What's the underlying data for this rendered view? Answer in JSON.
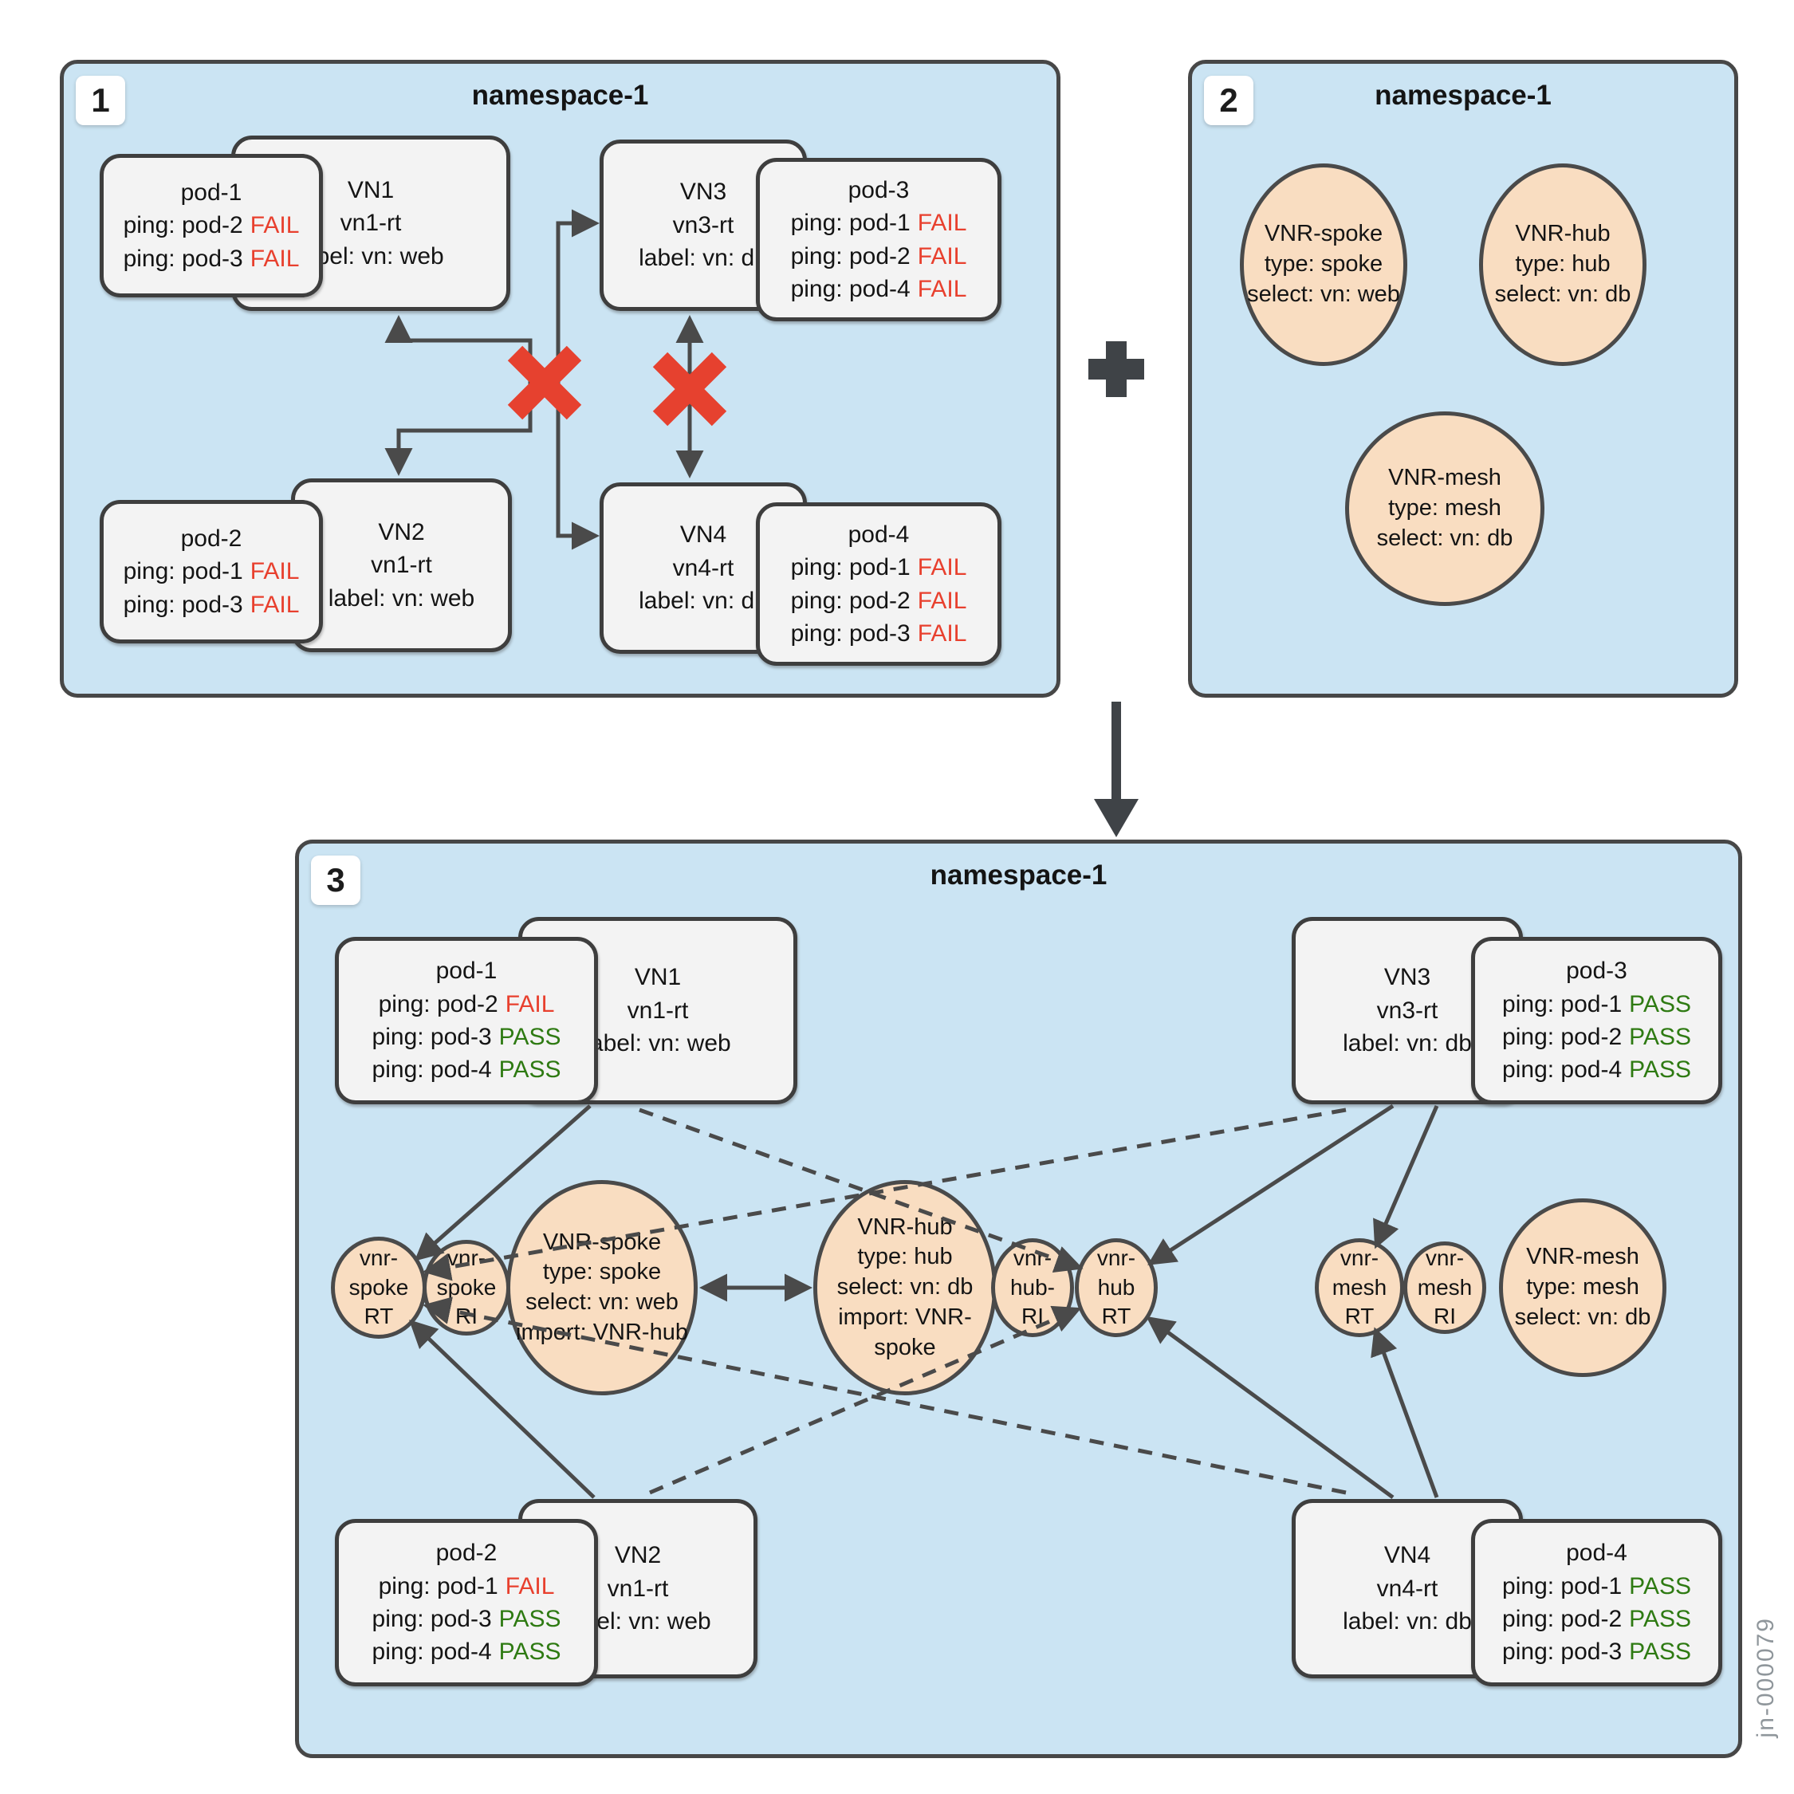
{
  "watermark": "jn-000079",
  "colors": {
    "panel_bg": "#cbe4f3",
    "panel_border": "#474747",
    "box_bg": "#f3f3f3",
    "box_border": "#3e3e3e",
    "circle_bg": "#f9ddc1",
    "arrow": "#4a4a4a",
    "x_mark": "#e6412f",
    "fail": "#e8402e",
    "pass": "#2e7a12"
  },
  "panel1": {
    "badge": "1",
    "title": "namespace-1",
    "vn1": "VN1\nvn1-rt\nlabel: vn: web",
    "vn2": "VN2\nvn1-rt\nlabel: vn: web",
    "vn3": "VN3\nvn3-rt\nlabel: vn: db",
    "vn4": "VN4\nvn4-rt\nlabel: vn: db",
    "pod1": {
      "title": "pod-1",
      "pings": [
        {
          "label": "ping: pod-2",
          "status": "FAIL"
        },
        {
          "label": "ping: pod-3",
          "status": "FAIL"
        }
      ]
    },
    "pod2": {
      "title": "pod-2",
      "pings": [
        {
          "label": "ping: pod-1",
          "status": "FAIL"
        },
        {
          "label": "ping: pod-3",
          "status": "FAIL"
        }
      ]
    },
    "pod3": {
      "title": "pod-3",
      "pings": [
        {
          "label": "ping: pod-1",
          "status": "FAIL"
        },
        {
          "label": "ping: pod-2",
          "status": "FAIL"
        },
        {
          "label": "ping: pod-4",
          "status": "FAIL"
        }
      ]
    },
    "pod4": {
      "title": "pod-4",
      "pings": [
        {
          "label": "ping: pod-1",
          "status": "FAIL"
        },
        {
          "label": "ping: pod-2",
          "status": "FAIL"
        },
        {
          "label": "ping: pod-3",
          "status": "FAIL"
        }
      ]
    }
  },
  "panel2": {
    "badge": "2",
    "title": "namespace-1",
    "vnr_spoke": "VNR-spoke\ntype: spoke\nselect: vn: web",
    "vnr_hub": "VNR-hub\ntype: hub\nselect: vn: db",
    "vnr_mesh": "VNR-mesh\ntype: mesh\nselect: vn: db"
  },
  "panel3": {
    "badge": "3",
    "title": "namespace-1",
    "vn1": "VN1\nvn1-rt\nlabel: vn: web",
    "vn2": "VN2\nvn1-rt\nlabel: vn: web",
    "vn3": "VN3\nvn3-rt\nlabel: vn: db",
    "vn4": "VN4\nvn4-rt\nlabel: vn: db",
    "pod1": {
      "title": "pod-1",
      "pings": [
        {
          "label": "ping: pod-2",
          "status": "FAIL"
        },
        {
          "label": "ping: pod-3",
          "status": "PASS"
        },
        {
          "label": "ping: pod-4",
          "status": "PASS"
        }
      ]
    },
    "pod2": {
      "title": "pod-2",
      "pings": [
        {
          "label": "ping: pod-1",
          "status": "FAIL"
        },
        {
          "label": "ping: pod-3",
          "status": "PASS"
        },
        {
          "label": "ping: pod-4",
          "status": "PASS"
        }
      ]
    },
    "pod3": {
      "title": "pod-3",
      "pings": [
        {
          "label": "ping: pod-1",
          "status": "PASS"
        },
        {
          "label": "ping: pod-2",
          "status": "PASS"
        },
        {
          "label": "ping: pod-4",
          "status": "PASS"
        }
      ]
    },
    "pod4": {
      "title": "pod-4",
      "pings": [
        {
          "label": "ping: pod-1",
          "status": "PASS"
        },
        {
          "label": "ping: pod-2",
          "status": "PASS"
        },
        {
          "label": "ping: pod-3",
          "status": "PASS"
        }
      ]
    },
    "vnr_spoke": "VNR-spoke\ntype: spoke\nselect: vn: web\nimport: VNR-hub",
    "vnr_hub": "VNR-hub\ntype: hub\nselect: vn: db\nimport: VNR-\nspoke",
    "vnr_mesh": "VNR-mesh\ntype: mesh\nselect: vn: db",
    "spoke_rt": "vnr-\nspoke\nRT",
    "spoke_ri": "vnr-\nspoke\nRI",
    "hub_ri": "vnr-\nhub-\nRI",
    "hub_rt": "vnr-\nhub\nRT",
    "mesh_rt": "vnr-\nmesh\nRT",
    "mesh_ri": "vnr-\nmesh\nRI"
  }
}
